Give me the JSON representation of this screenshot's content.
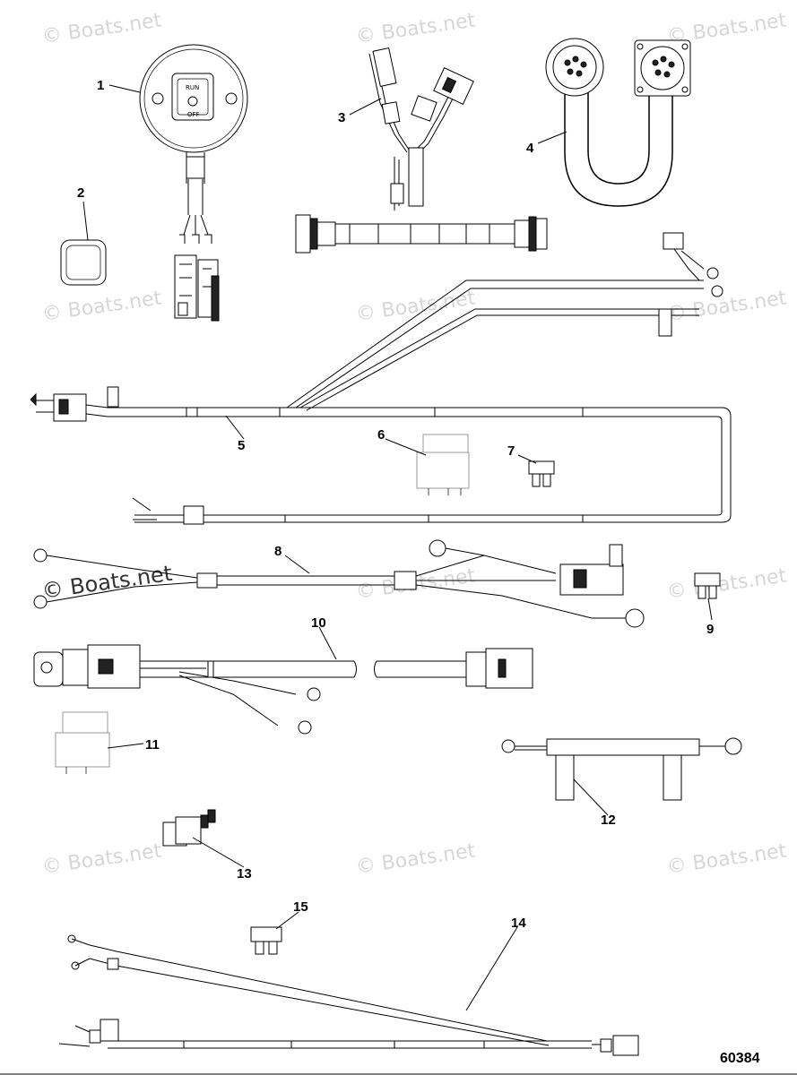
{
  "diagram": {
    "part_number_id": "60384",
    "watermark": "© Boats.net",
    "switch_labels": {
      "run": "RUN",
      "off": "OFF"
    },
    "callouts": {
      "c1": "1",
      "c2": "2",
      "c3": "3",
      "c4": "4",
      "c5": "5",
      "c6": "6",
      "c7": "7",
      "c8": "8",
      "c9": "9",
      "c10": "10",
      "c11": "11",
      "c12": "12",
      "c13": "13",
      "c14": "14",
      "c15": "15"
    }
  }
}
